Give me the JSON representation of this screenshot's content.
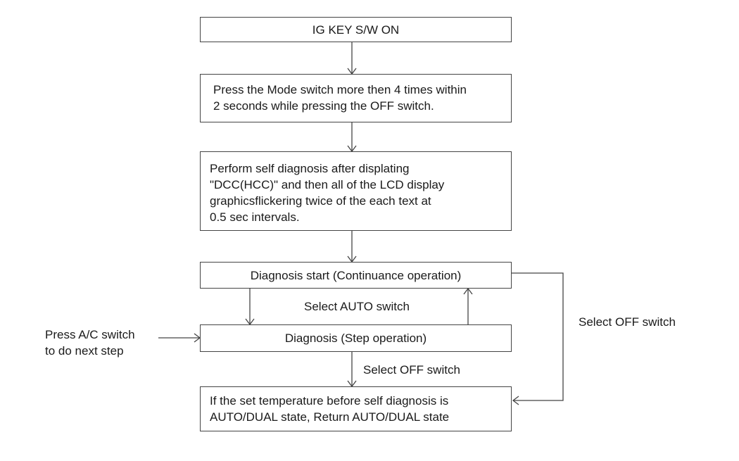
{
  "flowchart": {
    "steps": {
      "ig_key_on": "IG KEY S/W ON",
      "press_mode": [
        "Press the Mode switch more then 4 times within",
        "2 seconds while pressing the OFF switch."
      ],
      "perform_self_diagnosis": [
        "Perform self diagnosis after displating",
        "\"DCC(HCC)\" and then all of the LCD display",
        "graphicsflickering twice of the each text at",
        "0.5 sec intervals."
      ],
      "diagnosis_start": "Diagnosis start (Continuance operation)",
      "diagnosis_step": "Diagnosis (Step operation)",
      "return_state": [
        "If the set temperature before self diagnosis is",
        "AUTO/DUAL state, Return AUTO/DUAL state"
      ]
    },
    "labels": {
      "select_auto": "Select AUTO switch",
      "select_off_right": "Select OFF switch",
      "select_off_bottom": "Select OFF switch",
      "press_ac": [
        "Press A/C switch",
        "to do next step"
      ]
    }
  }
}
